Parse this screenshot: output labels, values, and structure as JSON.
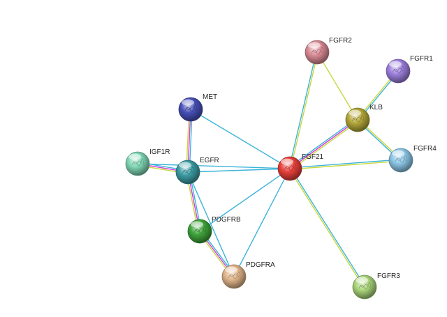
{
  "network": {
    "nodes": [
      {
        "id": "FGF21",
        "label": "FGF21",
        "color": "#e8403a"
      },
      {
        "id": "FGFR2",
        "label": "FGFR2",
        "color": "#d98a94"
      },
      {
        "id": "FGFR1",
        "label": "FGFR1",
        "color": "#9c7fdc"
      },
      {
        "id": "KLB",
        "label": "KLB",
        "color": "#b4a83a"
      },
      {
        "id": "FGFR4",
        "label": "FGFR4",
        "color": "#8cc6e6"
      },
      {
        "id": "FGFR3",
        "label": "FGFR3",
        "color": "#a9d57a"
      },
      {
        "id": "MET",
        "label": "MET",
        "color": "#4650b8"
      },
      {
        "id": "IGF1R",
        "label": "IGF1R",
        "color": "#7fd6b4"
      },
      {
        "id": "EGFR",
        "label": "EGFR",
        "color": "#3c9ca4"
      },
      {
        "id": "PDGFRB",
        "label": "PDGFRB",
        "color": "#3ea43a"
      },
      {
        "id": "PDGFRA",
        "label": "PDGFRA",
        "color": "#e0b48a"
      }
    ],
    "edges": [
      {
        "source": "FGF21",
        "target": "FGFR2",
        "colors": [
          "#3cb4d8",
          "#c8d83c"
        ]
      },
      {
        "source": "FGF21",
        "target": "KLB",
        "colors": [
          "#3cb4d8",
          "#d23cd8",
          "#c8d83c"
        ]
      },
      {
        "source": "FGF21",
        "target": "FGFR4",
        "colors": [
          "#3cb4d8",
          "#c8d83c"
        ]
      },
      {
        "source": "FGF21",
        "target": "FGFR3",
        "colors": [
          "#3cb4d8",
          "#c8d83c"
        ]
      },
      {
        "source": "FGF21",
        "target": "MET",
        "colors": [
          "#3cb4d8"
        ]
      },
      {
        "source": "FGF21",
        "target": "EGFR",
        "colors": [
          "#3cb4d8"
        ]
      },
      {
        "source": "FGF21",
        "target": "IGF1R",
        "colors": [
          "#3cb4d8"
        ]
      },
      {
        "source": "FGF21",
        "target": "PDGFRB",
        "colors": [
          "#3cb4d8"
        ]
      },
      {
        "source": "FGF21",
        "target": "PDGFRA",
        "colors": [
          "#3cb4d8"
        ]
      },
      {
        "source": "FGFR2",
        "target": "KLB",
        "colors": [
          "#c8d83c"
        ]
      },
      {
        "source": "FGFR1",
        "target": "KLB",
        "colors": [
          "#3cb4d8",
          "#c8d83c"
        ]
      },
      {
        "source": "FGFR4",
        "target": "KLB",
        "colors": [
          "#3cb4d8",
          "#c8d83c"
        ]
      },
      {
        "source": "MET",
        "target": "EGFR",
        "colors": [
          "#3cb4d8",
          "#d23cd8",
          "#c8d83c"
        ]
      },
      {
        "source": "IGF1R",
        "target": "EGFR",
        "colors": [
          "#3cb4d8",
          "#d23cd8",
          "#c8d83c"
        ]
      },
      {
        "source": "EGFR",
        "target": "PDGFRB",
        "colors": [
          "#3cb4d8",
          "#d23cd8",
          "#c8d83c"
        ]
      },
      {
        "source": "EGFR",
        "target": "PDGFRA",
        "colors": [
          "#3cb4d8"
        ]
      },
      {
        "source": "PDGFRB",
        "target": "PDGFRA",
        "colors": [
          "#3cb4d8",
          "#d23cd8",
          "#c8d83c"
        ]
      }
    ]
  }
}
